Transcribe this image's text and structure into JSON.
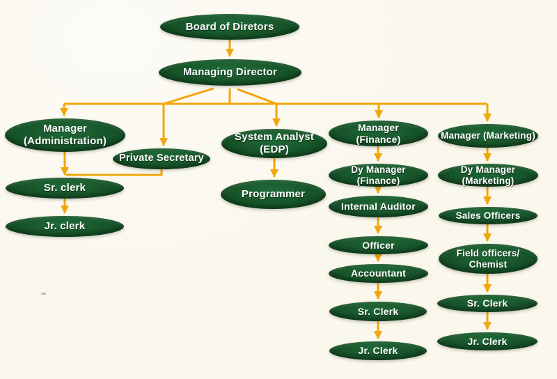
{
  "diagram": {
    "type": "org-chart",
    "background_color": "#faf7ec",
    "node_fill_color": "#175429",
    "node_text_color": "#ffffff",
    "arrow_color": "#f2a60b",
    "nodes": {
      "board": {
        "label": "Board of Diretors"
      },
      "managing_director": {
        "label": "Managing Director"
      },
      "manager_administration": {
        "label": "Manager\n(Administration)"
      },
      "private_secretary": {
        "label": "Private Secretary"
      },
      "system_analyst_edp": {
        "label": "System Analyst\n(EDP)"
      },
      "manager_finance": {
        "label": "Manager\n(Finance)"
      },
      "manager_marketing": {
        "label": "Manager (Marketing)"
      },
      "sr_clerk_admin": {
        "label": "Sr. clerk"
      },
      "jr_clerk_admin": {
        "label": "Jr. clerk"
      },
      "programmer": {
        "label": "Programmer"
      },
      "dy_manager_finance": {
        "label": "Dy Manager\n(Finance)"
      },
      "internal_auditor": {
        "label": "Internal Auditor"
      },
      "officer": {
        "label": "Officer"
      },
      "accountant": {
        "label": "Accountant"
      },
      "sr_clerk_finance": {
        "label": "Sr. Clerk"
      },
      "jr_clerk_finance": {
        "label": "Jr. Clerk"
      },
      "dy_manager_marketing": {
        "label": "Dy Manager\n(Marketing)"
      },
      "sales_officers": {
        "label": "Sales Officers"
      },
      "field_officers_chemist": {
        "label": "Field officers/\nChemist"
      },
      "sr_clerk_marketing": {
        "label": "Sr. Clerk"
      },
      "jr_clerk_marketing": {
        "label": "Jr. Clerk"
      }
    },
    "edges": [
      [
        "board",
        "managing_director"
      ],
      [
        "managing_director",
        "manager_administration"
      ],
      [
        "managing_director",
        "private_secretary"
      ],
      [
        "managing_director",
        "system_analyst_edp"
      ],
      [
        "managing_director",
        "manager_finance"
      ],
      [
        "managing_director",
        "manager_marketing"
      ],
      [
        "manager_administration",
        "sr_clerk_admin"
      ],
      [
        "private_secretary",
        "sr_clerk_admin"
      ],
      [
        "sr_clerk_admin",
        "jr_clerk_admin"
      ],
      [
        "system_analyst_edp",
        "programmer"
      ],
      [
        "manager_finance",
        "dy_manager_finance"
      ],
      [
        "dy_manager_finance",
        "internal_auditor"
      ],
      [
        "internal_auditor",
        "officer"
      ],
      [
        "officer",
        "accountant"
      ],
      [
        "accountant",
        "sr_clerk_finance"
      ],
      [
        "sr_clerk_finance",
        "jr_clerk_finance"
      ],
      [
        "manager_marketing",
        "dy_manager_marketing"
      ],
      [
        "dy_manager_marketing",
        "sales_officers"
      ],
      [
        "sales_officers",
        "field_officers_chemist"
      ],
      [
        "field_officers_chemist",
        "sr_clerk_marketing"
      ],
      [
        "sr_clerk_marketing",
        "jr_clerk_marketing"
      ]
    ]
  }
}
